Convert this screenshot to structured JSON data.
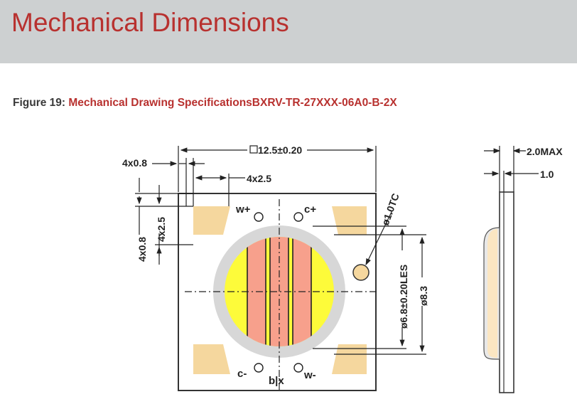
{
  "header": {
    "title": "Mechanical Dimensions"
  },
  "figure": {
    "prefix": "Figure 19",
    "separator": ": ",
    "title": "Mechanical Drawing SpecificationsBXRV-TR-27XXX-06A0-B-2X"
  },
  "drawing": {
    "colors": {
      "pad": "#f5d79e",
      "ring": "#d7d7d7",
      "phosphor_yellow": "#fdfb3a",
      "phosphor_salmon": "#f7a08c",
      "substrate_outline": "#333333"
    },
    "labels": {
      "width_dim": "12.5±0.20",
      "pad_width": "4x0.8",
      "pad_spacing": "4x2.5",
      "pad_spacing_v": "4x2.5",
      "pad_width_v": "4x0.8",
      "w_plus": "w+",
      "c_plus": "c+",
      "c_minus": "c-",
      "w_minus": "w-",
      "bx": "b|x",
      "tc": "ø1.0TC",
      "les": "ø6.8±0.20LES",
      "ring": "ø8.3",
      "thickness": "2.0MAX",
      "substrate": "1.0"
    }
  }
}
